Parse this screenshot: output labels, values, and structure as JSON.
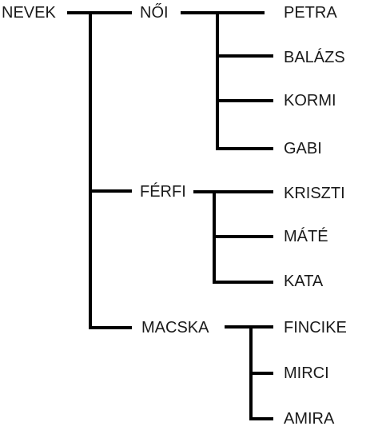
{
  "root": {
    "label": "NEVEK"
  },
  "groups": [
    {
      "label": "NŐI",
      "children": [
        "PETRA",
        "BALÁZS",
        "KORMI",
        "GABI"
      ]
    },
    {
      "label": "FÉRFI",
      "children": [
        "KRISZTI",
        "MÁTÉ",
        "KATA"
      ]
    },
    {
      "label": "MACSKA",
      "children": [
        "FINCIKE",
        "MIRCI",
        "AMIRA"
      ]
    }
  ],
  "line_color": "#000000"
}
